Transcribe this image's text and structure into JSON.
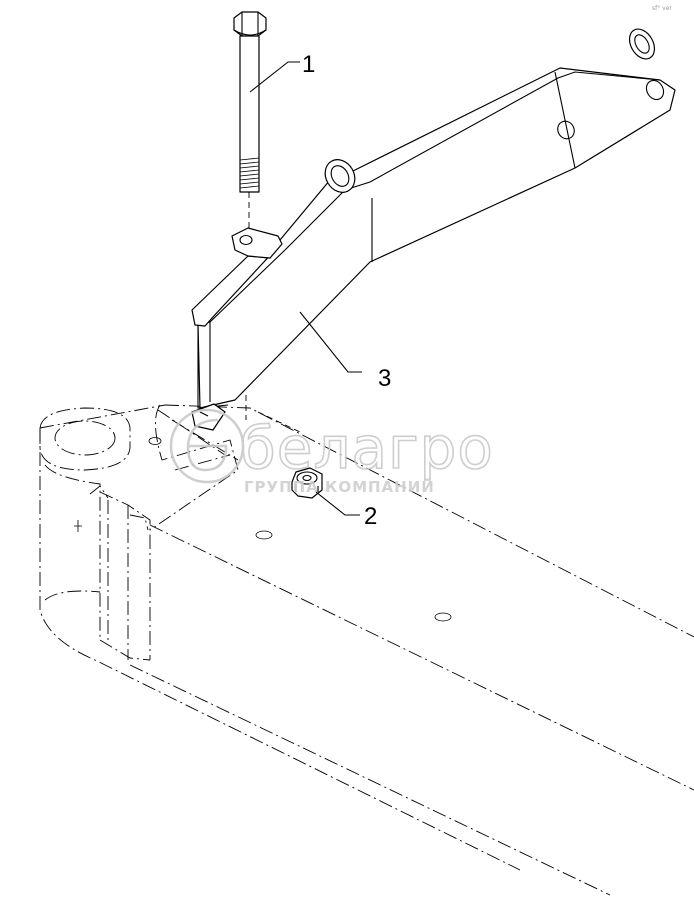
{
  "callouts": {
    "bolt": "1",
    "nut": "2",
    "bracket": "3"
  },
  "watermark": {
    "brand": "белагро",
    "subtitle": "ГРУППА КОМПАНИЙ"
  },
  "corner_mark": "sf° ver"
}
